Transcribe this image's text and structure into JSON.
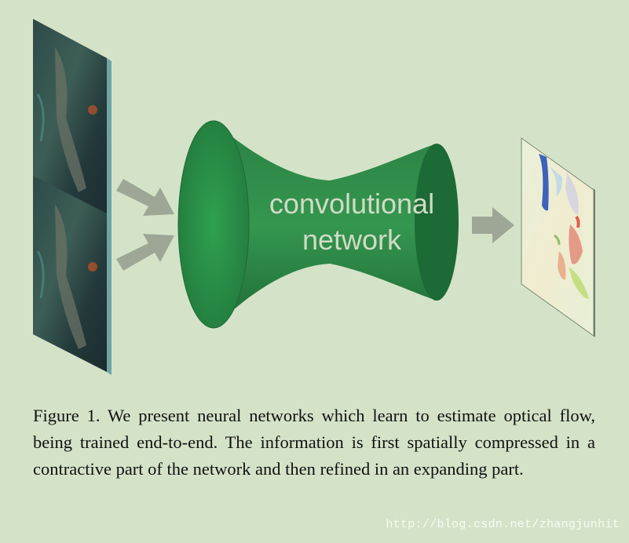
{
  "diagram": {
    "network_label_line1": "convolutional",
    "network_label_line2": "network"
  },
  "caption": {
    "text": "Figure 1. We present neural networks which learn to estimate optical flow, being trained end-to-end. The information is first spatially compressed in a contractive part of the network and then refined in an expanding part."
  },
  "watermark": {
    "text": "http://blog.csdn.net/zhangjunhit"
  },
  "colors": {
    "background": "#d4e3c8",
    "network_green": "#2e8b4a",
    "arrow_gray": "#9ea696"
  }
}
